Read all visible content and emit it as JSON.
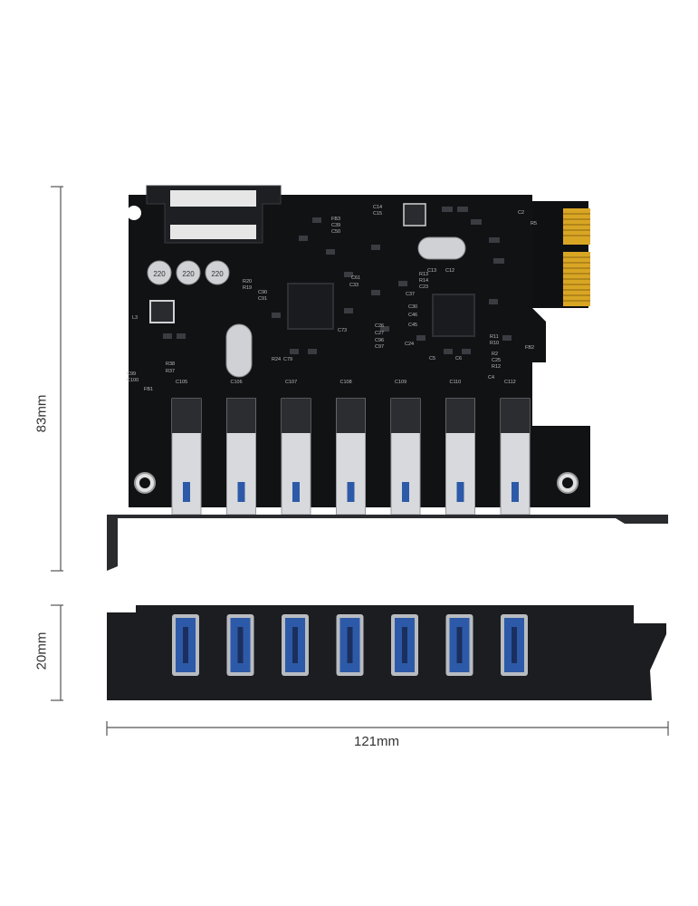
{
  "dimensions": {
    "height_label": "83mm",
    "depth_label": "20mm",
    "length_label": "121mm"
  },
  "colors": {
    "pcb": "#111214",
    "bracket": "#1c1d20",
    "usb_blue": "#2d5aa8",
    "silver": "#d7d9dc",
    "gold": "#d9a624",
    "dimension_line": "#555555"
  },
  "board": {
    "capacitors": [
      "220",
      "220",
      "220"
    ],
    "port_refs": [
      "C105",
      "C106",
      "C107",
      "C108",
      "C109",
      "C110",
      "C112"
    ],
    "silkscreen": [
      "C14",
      "C15",
      "FB3",
      "C39",
      "C50",
      "C13",
      "C12",
      "C2",
      "R5",
      "C61",
      "C37",
      "C30",
      "C46",
      "C45",
      "C26",
      "C27",
      "C96",
      "C97",
      "C24",
      "C73",
      "R20",
      "R19",
      "C90",
      "C91",
      "R38",
      "R37",
      "C99",
      "C100",
      "FB1",
      "R24",
      "C79",
      "R13",
      "R14",
      "C23",
      "C33",
      "R11",
      "R10",
      "FB2",
      "C4",
      "C5",
      "C6",
      "R2",
      "C25",
      "R12",
      "L3"
    ]
  },
  "usb_port_count": 7
}
